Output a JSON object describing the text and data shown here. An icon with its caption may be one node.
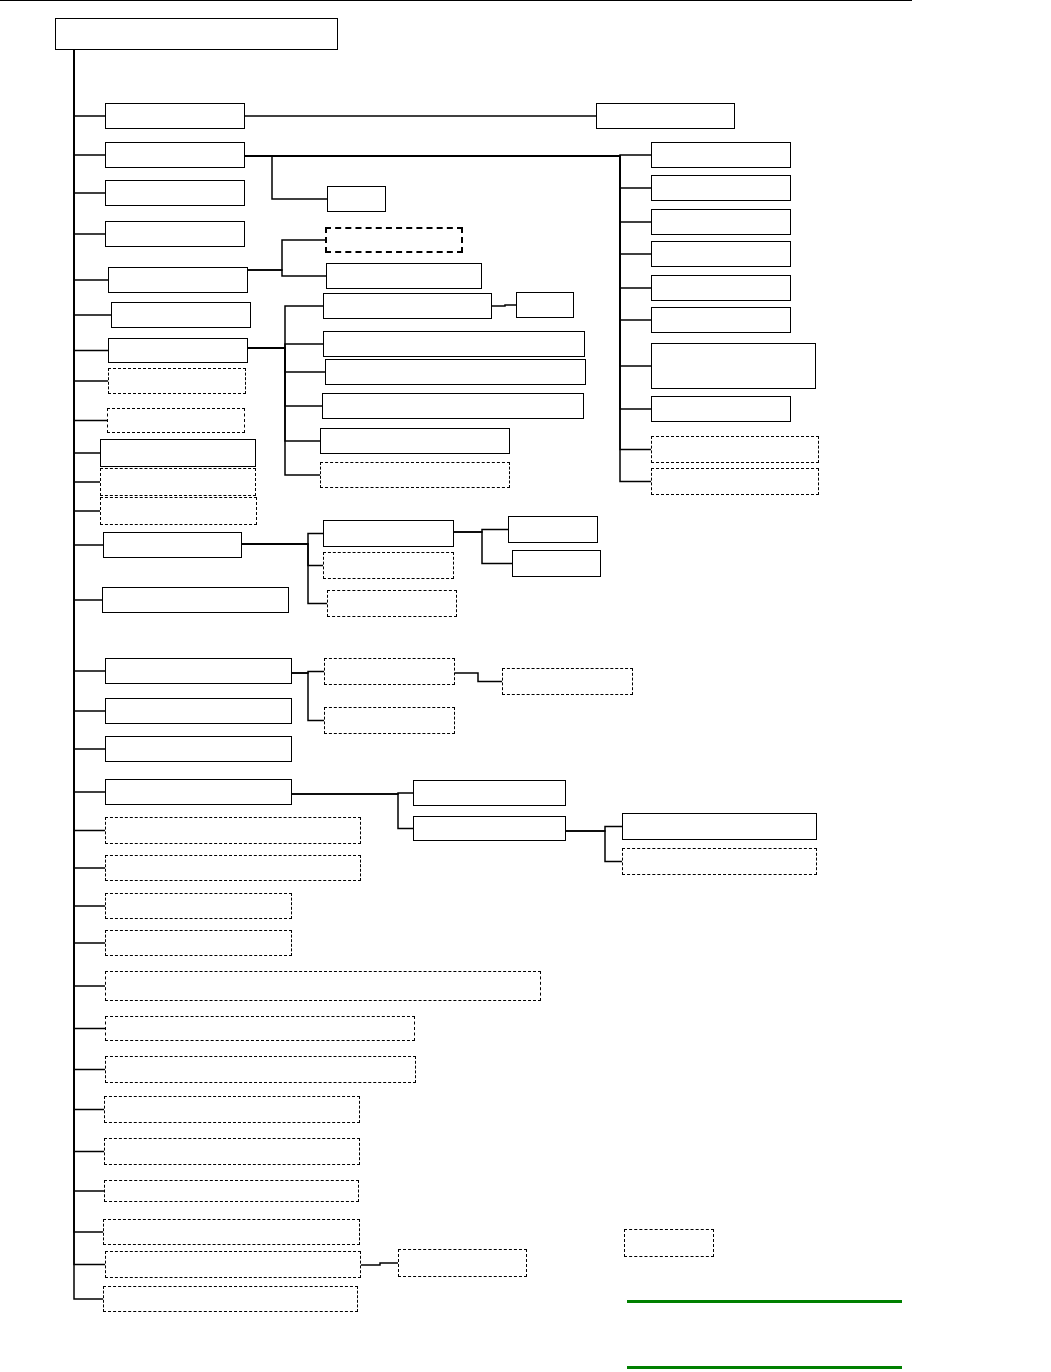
{
  "diagram": {
    "nodes": [
      {
        "text": [],
        "shape": "box"
      },
      {
        "text": [],
        "shape": "box"
      },
      {
        "text": [],
        "shape": "box"
      },
      {
        "text": [],
        "shape": "box"
      },
      {
        "text": [],
        "shape": "box"
      },
      {
        "text": [],
        "shape": "box"
      },
      {
        "text": [],
        "shape": "box"
      },
      {
        "text": [],
        "shape": "box"
      },
      {
        "text": [],
        "shape": "box"
      },
      {
        "text": [],
        "shape": "box"
      },
      {
        "text": [],
        "shape": "box"
      },
      {
        "text": [],
        "shape": "box"
      },
      {
        "text": [],
        "shape": "box"
      },
      {
        "text": [],
        "shape": "box"
      },
      {
        "text": [],
        "shape": "box"
      },
      {
        "text": [],
        "shape": "box"
      },
      {
        "text": [],
        "shape": "box"
      },
      {
        "text": [],
        "shape": "box"
      },
      {
        "text": [],
        "shape": "box"
      },
      {
        "text": [],
        "shape": "box"
      },
      {
        "text": [],
        "shape": "box"
      },
      {
        "text": [],
        "shape": "box"
      },
      {
        "text": [],
        "shape": "box"
      },
      {
        "text": [],
        "shape": "box"
      },
      {
        "text": [],
        "shape": "box"
      },
      {
        "text": [],
        "shape": "box"
      },
      {
        "text": [],
        "shape": "box"
      },
      {
        "text": [],
        "shape": "box"
      },
      {
        "text": [],
        "shape": "box"
      },
      {
        "text": [],
        "shape": "box"
      },
      {
        "text": [],
        "shape": "box"
      },
      {
        "text": [],
        "shape": "box"
      },
      {
        "text": [],
        "shape": "box"
      },
      {
        "text": [],
        "shape": "box"
      },
      {
        "text": [],
        "shape": "box"
      },
      {
        "text": [],
        "shape": "box"
      },
      {
        "text": [],
        "shape": "box"
      },
      {
        "text": [],
        "shape": "box"
      },
      {
        "text": [],
        "shape": "box"
      },
      {
        "text": [],
        "shape": "box"
      },
      {
        "text": [],
        "shape": "box"
      },
      {
        "text": [],
        "shape": "box"
      },
      {
        "text": [],
        "shape": "box"
      },
      {
        "text": [],
        "shape": "box"
      },
      {
        "text": [],
        "shape": "box"
      },
      {
        "text": [],
        "shape": "box"
      },
      {
        "text": [],
        "shape": "box"
      },
      {
        "text": [],
        "shape": "box"
      },
      {
        "text": [],
        "shape": "box"
      },
      {
        "text": [],
        "shape": "box"
      },
      {
        "text": [],
        "shape": "box"
      },
      {
        "text": [],
        "shape": "box"
      },
      {
        "text": [],
        "shape": "box"
      },
      {
        "text": [],
        "shape": "box"
      },
      {
        "text": [],
        "shape": "box"
      },
      {
        "text": [],
        "shape": "box"
      },
      {
        "text": [],
        "shape": "box"
      },
      {
        "text": [],
        "shape": "box"
      },
      {
        "text": [],
        "shape": "box"
      },
      {
        "text": [],
        "shape": "box"
      },
      {
        "text": [],
        "shape": "box"
      },
      {
        "text": [],
        "shape": "box"
      },
      {
        "text": [],
        "shape": "box"
      },
      {
        "text": [],
        "shape": "box"
      },
      {
        "text": [],
        "shape": "box"
      },
      {
        "text": [],
        "shape": "box"
      },
      {
        "text": [],
        "shape": "box"
      }
    ],
    "edges": [
      {
        "from": 0,
        "to": 1,
        "arrow": "none"
      },
      {
        "from": 0,
        "to": 2,
        "arrow": "none"
      },
      {
        "from": 0,
        "to": 3,
        "arrow": "none"
      },
      {
        "from": 0,
        "to": 4,
        "arrow": "none"
      },
      {
        "from": 0,
        "to": 5,
        "arrow": "none"
      },
      {
        "from": 0,
        "to": 6,
        "arrow": "none"
      },
      {
        "from": 0,
        "to": 7,
        "arrow": "none"
      },
      {
        "from": 0,
        "to": 8,
        "arrow": "none"
      },
      {
        "from": 0,
        "to": 9,
        "arrow": "none"
      },
      {
        "from": 0,
        "to": 10,
        "arrow": "none"
      },
      {
        "from": 0,
        "to": 11,
        "arrow": "none"
      },
      {
        "from": 0,
        "to": 12,
        "arrow": "none"
      },
      {
        "from": 0,
        "to": 13,
        "arrow": "none"
      },
      {
        "from": 0,
        "to": 14,
        "arrow": "none"
      },
      {
        "from": 0,
        "to": 15,
        "arrow": "none"
      },
      {
        "from": 0,
        "to": 16,
        "arrow": "none"
      },
      {
        "from": 0,
        "to": 17,
        "arrow": "none"
      },
      {
        "from": 0,
        "to": 18,
        "arrow": "none"
      },
      {
        "from": 0,
        "to": 19,
        "arrow": "none"
      },
      {
        "from": 0,
        "to": 20,
        "arrow": "none"
      },
      {
        "from": 0,
        "to": 21,
        "arrow": "none"
      },
      {
        "from": 0,
        "to": 22,
        "arrow": "none"
      },
      {
        "from": 0,
        "to": 23,
        "arrow": "none"
      },
      {
        "from": 0,
        "to": 24,
        "arrow": "none"
      },
      {
        "from": 0,
        "to": 25,
        "arrow": "none"
      },
      {
        "from": 0,
        "to": 26,
        "arrow": "none"
      },
      {
        "from": 0,
        "to": 27,
        "arrow": "none"
      },
      {
        "from": 0,
        "to": 28,
        "arrow": "none"
      },
      {
        "from": 0,
        "to": 29,
        "arrow": "none"
      },
      {
        "from": 0,
        "to": 30,
        "arrow": "none"
      },
      {
        "from": 0,
        "to": 31,
        "arrow": "none"
      },
      {
        "from": 1,
        "to": 32,
        "arrow": "none"
      },
      {
        "from": 2,
        "to": 33,
        "arrow": "none"
      },
      {
        "from": 2,
        "to": 34,
        "arrow": "none"
      },
      {
        "from": 2,
        "to": 35,
        "arrow": "none"
      },
      {
        "from": 2,
        "to": 36,
        "arrow": "none"
      },
      {
        "from": 2,
        "to": 37,
        "arrow": "none"
      },
      {
        "from": 2,
        "to": 38,
        "arrow": "none"
      },
      {
        "from": 2,
        "to": 39,
        "arrow": "none"
      },
      {
        "from": 2,
        "to": 40,
        "arrow": "none"
      },
      {
        "from": 2,
        "to": 41,
        "arrow": "none"
      },
      {
        "from": 2,
        "to": 42,
        "arrow": "none"
      },
      {
        "from": 2,
        "to": 43,
        "arrow": "none"
      },
      {
        "from": 5,
        "to": 44,
        "arrow": "none"
      },
      {
        "from": 5,
        "to": 45,
        "arrow": "none"
      },
      {
        "from": 7,
        "to": 46,
        "arrow": "none"
      },
      {
        "from": 46,
        "to": 47,
        "arrow": "none"
      },
      {
        "from": 7,
        "to": 48,
        "arrow": "none"
      },
      {
        "from": 7,
        "to": 49,
        "arrow": "none"
      },
      {
        "from": 7,
        "to": 50,
        "arrow": "none"
      },
      {
        "from": 7,
        "to": 51,
        "arrow": "none"
      },
      {
        "from": 7,
        "to": 52,
        "arrow": "none"
      },
      {
        "from": 13,
        "to": 53,
        "arrow": "none"
      },
      {
        "from": 13,
        "to": 54,
        "arrow": "none"
      },
      {
        "from": 13,
        "to": 55,
        "arrow": "none"
      },
      {
        "from": 53,
        "to": 56,
        "arrow": "none"
      },
      {
        "from": 53,
        "to": 57,
        "arrow": "none"
      },
      {
        "from": 15,
        "to": 58,
        "arrow": "none"
      },
      {
        "from": 15,
        "to": 59,
        "arrow": "none"
      },
      {
        "from": 58,
        "to": 60,
        "arrow": "none"
      },
      {
        "from": 18,
        "to": 61,
        "arrow": "none"
      },
      {
        "from": 18,
        "to": 62,
        "arrow": "none"
      },
      {
        "from": 62,
        "to": 63,
        "arrow": "none"
      },
      {
        "from": 62,
        "to": 64,
        "arrow": "none"
      },
      {
        "from": 30,
        "to": 65,
        "arrow": "none"
      }
    ]
  }
}
